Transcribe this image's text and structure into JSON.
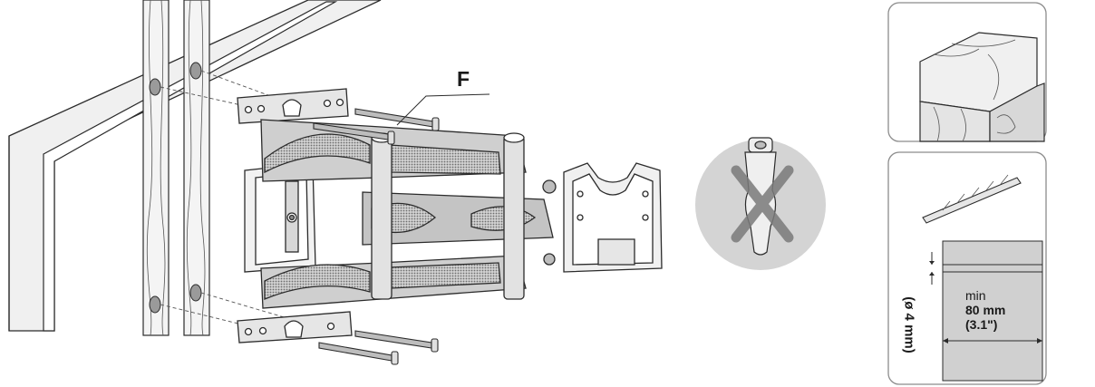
{
  "callouts": {
    "screw_label": "F"
  },
  "drill_panel": {
    "min_label": "min",
    "depth_metric": "80 mm",
    "depth_imperial": "(3.1\")",
    "diameter": "(ø 4 mm)"
  },
  "colors": {
    "line": "#2b2b2b",
    "wall_fill": "#eeeeee",
    "stud_fill": "#f2f2f2",
    "hole_fill": "#9a9a9a",
    "arm_fill": "#c8c8c8",
    "mesh_fill": "#8a8a8a",
    "no_circle": "#d4d4d4",
    "drill_block": "#d0d0d0",
    "panel_border": "#8c8c8c"
  }
}
